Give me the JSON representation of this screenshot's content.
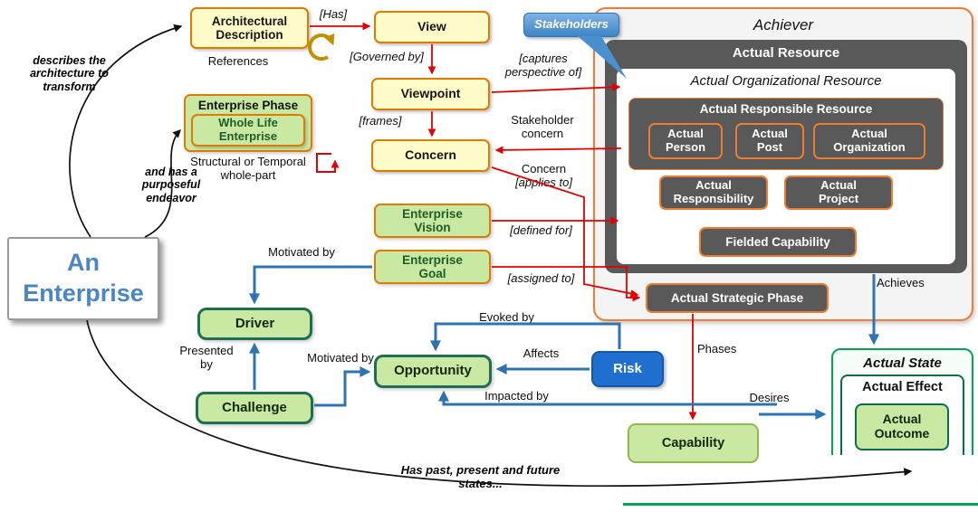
{
  "colors": {
    "cream": "#FFFCC9",
    "box_orange": "#DF7B00",
    "container_orange": "#ED7D31",
    "green_fill": "#C9E9A3",
    "green_border": "#1E6E52",
    "state_green": "#00A651",
    "effect_green": "#0A6E46",
    "dark_gray": "#595959",
    "light_gray": "#F4F4F4",
    "risk_blue": "#1E6FD0",
    "arrow_blue": "#2E74B5",
    "arrow_red": "#E30000",
    "callout_blue": "#4A90D0",
    "enterprise_text_blue": "#4A86C6",
    "references_gold": "#BF9000"
  },
  "boxes": {
    "architectural_description": "Architectural Description",
    "view": "View",
    "viewpoint": "Viewpoint",
    "concern": "Concern",
    "enterprise_phase": "Enterprise Phase",
    "whole_life_enterprise": "Whole Life Enterprise",
    "enterprise_vision": "Enterprise Vision",
    "enterprise_goal": "Enterprise Goal",
    "driver": "Driver",
    "challenge": "Challenge",
    "opportunity": "Opportunity",
    "risk": "Risk",
    "capability": "Capability",
    "an_enterprise": "An Enterprise",
    "stakeholders": "Stakeholders"
  },
  "achiever": {
    "title": "Achiever",
    "actual_resource": "Actual Resource",
    "actual_organizational_resource": "Actual Organizational Resource",
    "actual_responsible_resource": "Actual Responsible Resource",
    "actual_person": "Actual Person",
    "actual_post": "Actual Post",
    "actual_organization": "Actual Organization",
    "actual_responsibility": "Actual Responsibility",
    "actual_project": "Actual Project",
    "fielded_capability": "Fielded Capability",
    "actual_strategic_phase": "Actual Strategic Phase"
  },
  "state": {
    "actual_state": "Actual State",
    "actual_effect": "Actual Effect",
    "actual_outcome": "Actual Outcome"
  },
  "labels": {
    "has": "[Has]",
    "references": "References",
    "governed_by": "[Governed by]",
    "captures_perspective": "[captures perspective of]",
    "frames": "[frames]",
    "stakeholder_concern": "Stakeholder concern",
    "concern": "Concern",
    "applies_to": "[applies to]",
    "defined_for": "[defined for]",
    "assigned_to": "[assigned to]",
    "structural_whole_part": "Structural or Temporal whole-part",
    "motivated_by_goal": "Motivated by",
    "presented_by": "Presented by",
    "motivated_by_challenge": "Motivated by",
    "evoked_by": "Evoked by",
    "affects": "Affects",
    "impacted_by": "Impacted by",
    "phases": "Phases",
    "desires": "Desires",
    "achieves": "Achieves",
    "describes": "describes the architecture to transform",
    "purposeful_endeavor": "and has a purposeful endeavor",
    "past_present_future": "Has past, present and future states..."
  }
}
